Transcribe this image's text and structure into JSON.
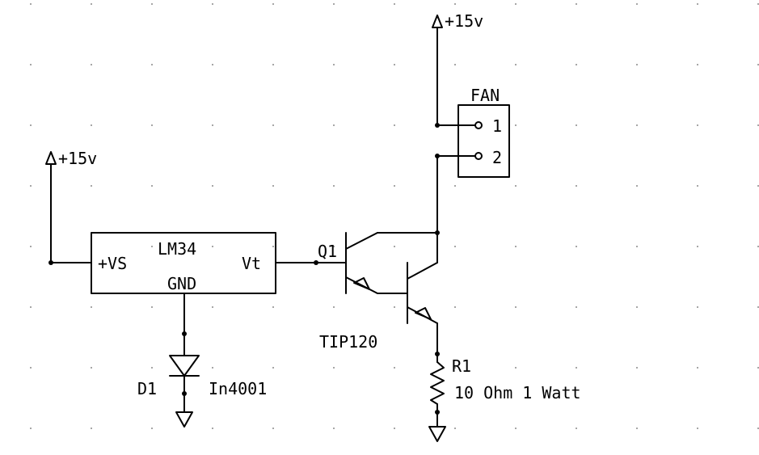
{
  "colors": {
    "wire": "#000000",
    "background": "#ffffff",
    "grid_dot": "#8a8a8a"
  },
  "supply_top": {
    "label": "+15v"
  },
  "supply_left": {
    "label": "+15v"
  },
  "fan": {
    "title": "FAN",
    "pin1": "1",
    "pin2": "2"
  },
  "lm34": {
    "name": "LM34",
    "pin_vs": "+VS",
    "pin_gnd": "GND",
    "pin_vt": "Vt"
  },
  "q1": {
    "ref": "Q1",
    "part": "TIP120"
  },
  "d1": {
    "ref": "D1",
    "part": "In4001"
  },
  "r1": {
    "ref": "R1",
    "value": "10 Ohm 1 Watt"
  }
}
